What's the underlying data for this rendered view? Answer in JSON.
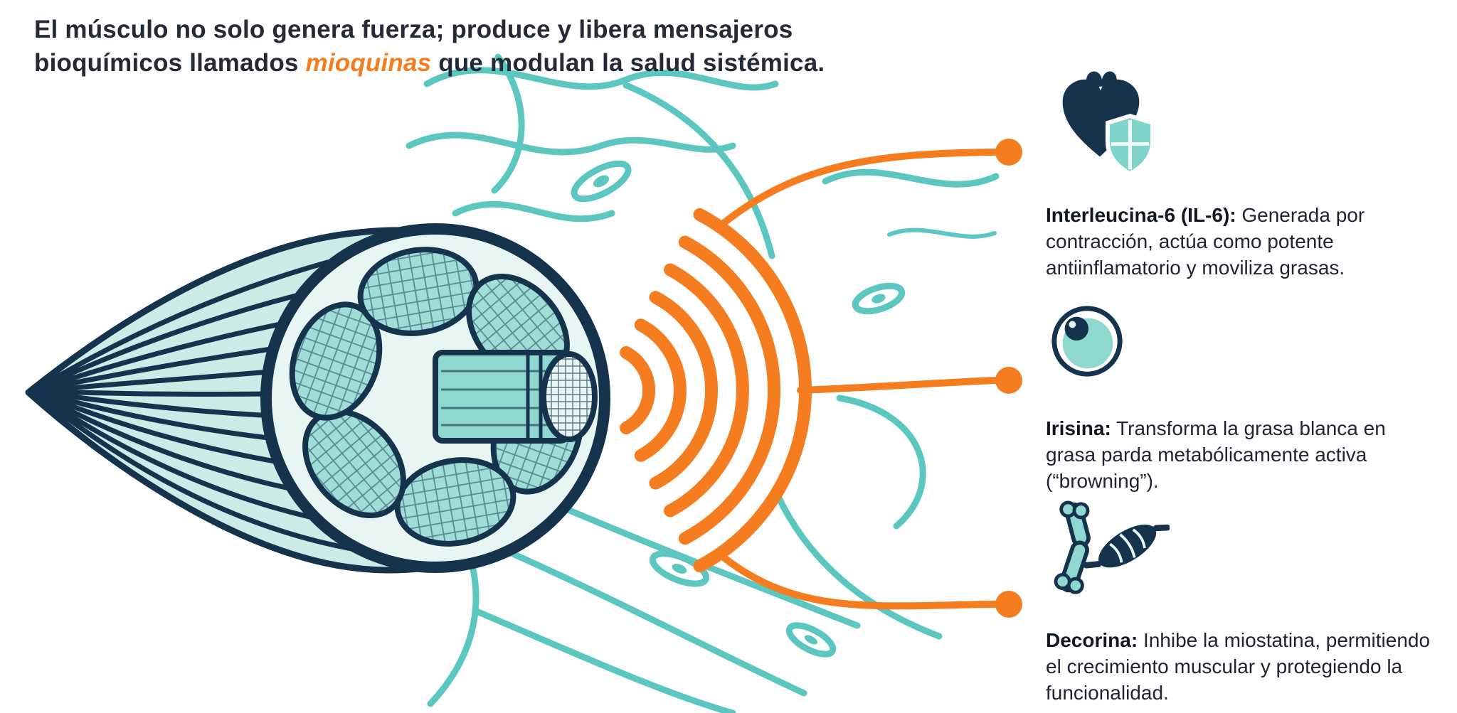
{
  "colors": {
    "orange": "#f57d1f",
    "navy": "#15334d",
    "teal": "#5cc7c0",
    "teal_light": "#9fded6",
    "teal_pale": "#e7f6f3",
    "text": "#1d2531"
  },
  "intro": {
    "line1": "El músculo no solo genera fuerza; produce y libera mensajeros",
    "line2_prefix": "bioquímicos llamados ",
    "line2_highlight": "mioquinas",
    "line2_suffix": " que modulan la salud sistémica."
  },
  "callouts": [
    {
      "icon": "heart-shield-icon",
      "term": "Interleucina-6 (IL-6):",
      "description": "Generada por contracción, actúa como potente antiinflamatorio y moviliza grasas."
    },
    {
      "icon": "fat-cell-icon",
      "term": "Irisina:",
      "description": "Transforma la grasa blanca en grasa parda metabólicamente activa (“browning”)."
    },
    {
      "icon": "bone-joint-muscle-icon",
      "term": "Decorina:",
      "description": "Inhibe la miostatina, permitiendo el crecimiento muscular y protegiendo la funcionalidad."
    }
  ],
  "illustration": {
    "muscle": "muscle-fiber-cross-section",
    "waves": "myokine-signal-waves",
    "background": "tissue-fiber-squiggles",
    "connectors": "orange-callout-connectors"
  }
}
